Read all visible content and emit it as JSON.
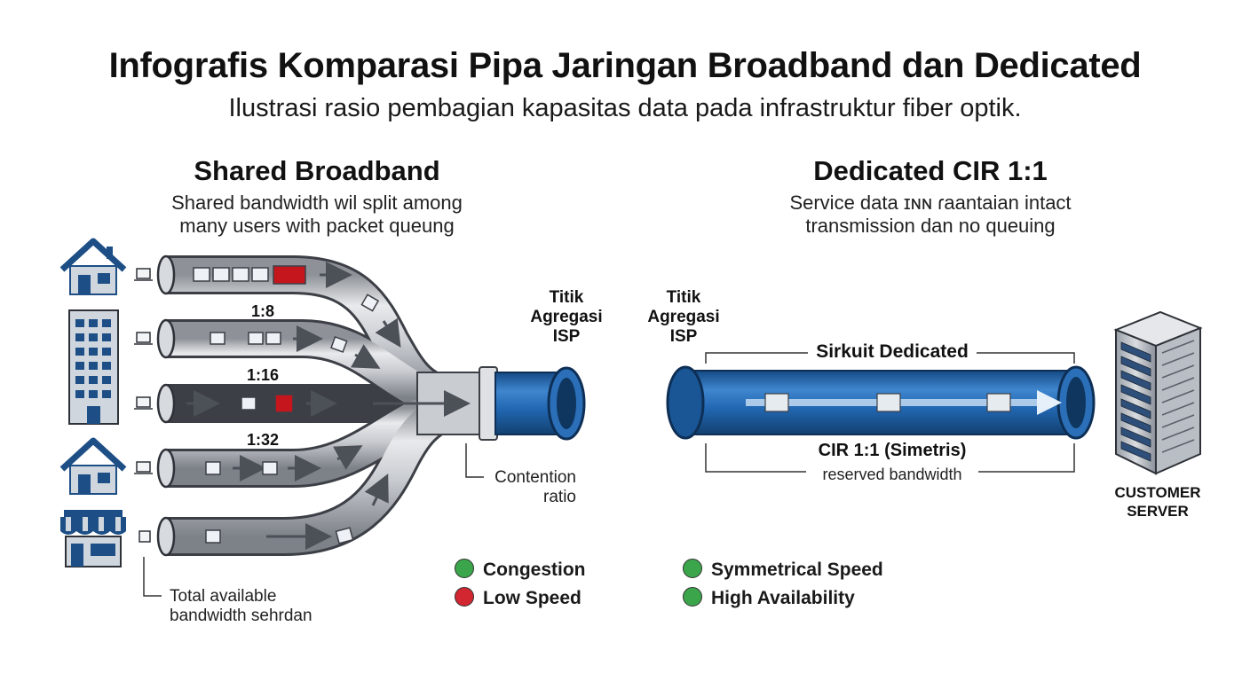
{
  "header": {
    "title": "Infografis Komparasi Pipa Jaringan Broadband dan Dedicated",
    "subtitle": "Ilustrasi rasio pembagian kapasitas data pada infrastruktur fiber optik."
  },
  "shared": {
    "title": "Shared Broadband",
    "desc_line1": "Shared bandwidth wil split among",
    "desc_line2": "many users with packet queung",
    "ratios": [
      "1:8",
      "1:16",
      "1:32"
    ],
    "aggregation_label": [
      "Titik",
      "Agregasi",
      "ISP"
    ],
    "contention_label": [
      "Contention",
      "ratio"
    ],
    "total_label": [
      "Total available",
      "bandwidth sehrdan"
    ],
    "legend": [
      {
        "label": "Congestion",
        "color": "#3aa54a"
      },
      {
        "label": "Low Speed",
        "color": "#d22630"
      }
    ]
  },
  "dedicated": {
    "title": "Dedicated CIR 1:1",
    "desc_line1": "Service data ɪɴɴ ɾaantaian intact",
    "desc_line2": "transmission dan no queuing",
    "aggregation_label": [
      "Titik",
      "Agregasi",
      "ISP"
    ],
    "circuit_label": "Sirkuit Dedicated",
    "cir_label": "CIR 1:1 (Simetris)",
    "reserved_label": "reserved bandwidth",
    "server_label": [
      "CUSTOMER",
      "SERVER"
    ],
    "legend": [
      {
        "label": "Symmetrical Speed",
        "color": "#3aa54a"
      },
      {
        "label": "High Availability",
        "color": "#3aa54a"
      }
    ]
  },
  "colors": {
    "pipe_grey": "#c9ccd1",
    "pipe_dark": "#5b5f66",
    "pipe_blue": "#2166b0",
    "pipe_blue_dark": "#154a85",
    "congestion_red": "#c5161d",
    "accent_green": "#3aa54a"
  },
  "icons": [
    "house-icon",
    "office-building-icon",
    "house-icon",
    "shop-icon",
    "laptop-icon",
    "data-packet-icon",
    "arrow-right-icon",
    "server-rack-icon"
  ]
}
